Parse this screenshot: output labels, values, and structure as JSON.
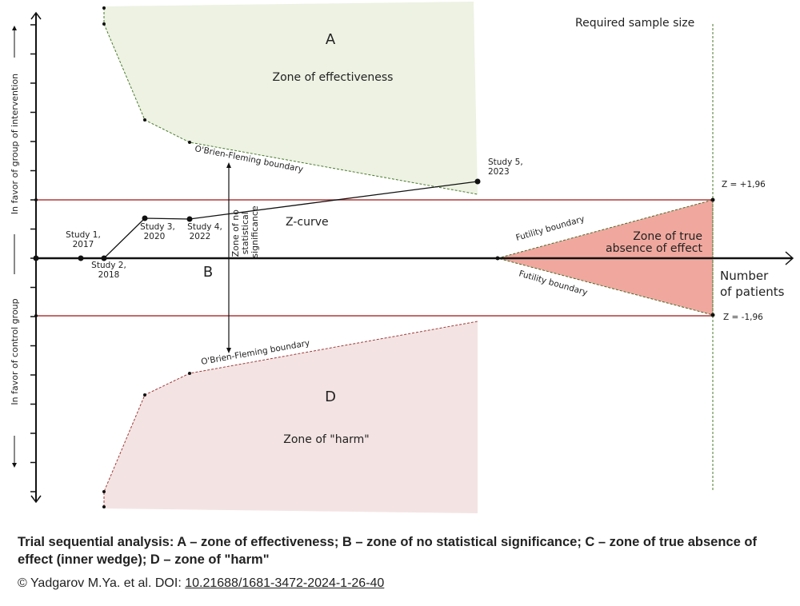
{
  "diagram": {
    "y_axis_upper_label": "In favor of group of intervention",
    "y_axis_lower_label": "In favor of control group",
    "x_axis_label_1": "Number",
    "x_axis_label_2": "of patients",
    "required_sample_size": "Required sample size",
    "zone_a_letter": "A",
    "zone_a_label": "Zone of effectiveness",
    "zone_b_letter": "B",
    "zone_b_label": [
      "Zone of no",
      "statistical",
      "significance"
    ],
    "zone_c_label": [
      "Zone of true",
      "absence of effect"
    ],
    "zone_d_letter": "D",
    "zone_d_label": "Zone of \"harm\"",
    "obf_upper": "O'Brien-Fleming boundary",
    "obf_lower": "O'Brien-Fleming boundary",
    "futility_upper": "Futility boundary",
    "futility_lower": "Futility boundary",
    "z_curve": "Z-curve",
    "z_upper": "Z = +1,96",
    "z_lower": "Z = -1,96",
    "studies": [
      {
        "l1": "Study 1,",
        "l2": "2017"
      },
      {
        "l1": "Study 2,",
        "l2": "2018"
      },
      {
        "l1": "Study 3,",
        "l2": "2020"
      },
      {
        "l1": "Study 4,",
        "l2": "2022"
      },
      {
        "l1": "Study 5,",
        "l2": "2023"
      }
    ],
    "colors": {
      "effect": "#edf2e3",
      "harm": "#f3e4e3",
      "futility": "#f0a89e",
      "sig": "#b03a3a",
      "boundary": "#4a7a2a"
    }
  },
  "caption": {
    "title": "Trial sequential analysis: A – zone of effectiveness; B – zone of no statistical significance; C – zone of true absence of effect (inner wedge); D – zone of \"harm\"",
    "credit": "© Yadgarov M.Ya. et al. DOI: ",
    "doi": "10.21688/1681-3472-2024-1-26-40"
  }
}
